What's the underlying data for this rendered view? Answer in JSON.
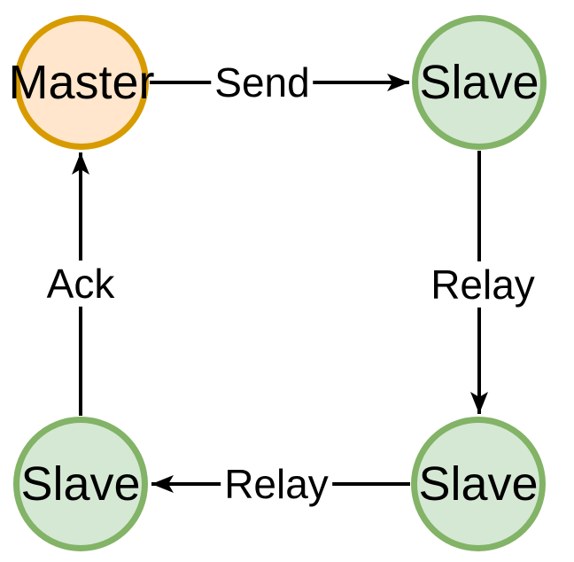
{
  "diagram": {
    "type": "directed-ring-topology",
    "nodes": [
      {
        "id": "master",
        "label": "Master",
        "role": "master"
      },
      {
        "id": "slave-top-right",
        "label": "Slave",
        "role": "slave"
      },
      {
        "id": "slave-bottom-right",
        "label": "Slave",
        "role": "slave"
      },
      {
        "id": "slave-bottom-left",
        "label": "Slave",
        "role": "slave"
      }
    ],
    "edges": [
      {
        "label": "Send",
        "from": "master",
        "to": "slave-top-right",
        "direction": "right"
      },
      {
        "label": "Relay",
        "from": "slave-top-right",
        "to": "slave-bottom-right",
        "direction": "down"
      },
      {
        "label": "Relay",
        "from": "slave-bottom-right",
        "to": "slave-bottom-left",
        "direction": "left"
      },
      {
        "label": "Ack",
        "from": "slave-bottom-left",
        "to": "master",
        "direction": "up"
      }
    ],
    "colors": {
      "master-fill": "#FFE6CC",
      "master-stroke": "#D79B00",
      "slave-fill": "#D5E8D4",
      "slave-stroke": "#82B366",
      "edge-stroke": "#000000",
      "background": "#FFFFFF"
    }
  }
}
